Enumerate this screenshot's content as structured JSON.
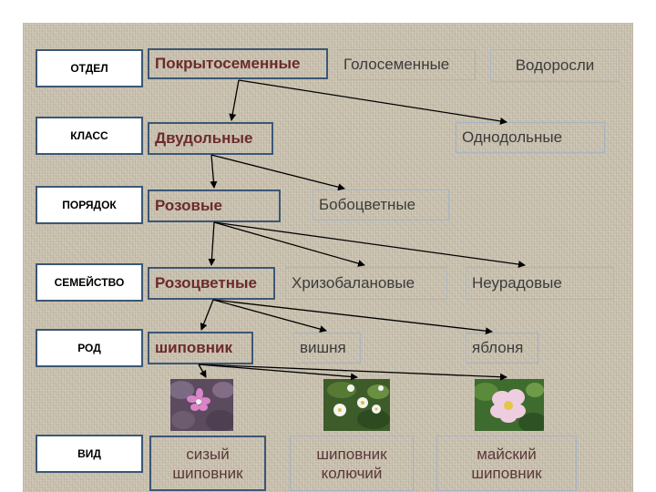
{
  "ranks": {
    "division": "ОТДЕЛ",
    "class": "КЛАСС",
    "order": "ПОРЯДОК",
    "family": "СЕМЕЙСТВО",
    "genus": "РОД",
    "species": "ВИД"
  },
  "division": {
    "selected": "Покрытосеменные",
    "others": [
      "Голосеменные",
      "Водоросли"
    ]
  },
  "class": {
    "selected": "Двудольные",
    "others": [
      "Однодольные"
    ]
  },
  "order": {
    "selected": "Розовые",
    "others": [
      "Бобоцветные"
    ]
  },
  "family": {
    "selected": "Розоцветные",
    "others": [
      "Хризобалановые",
      "Неурадовые"
    ]
  },
  "genus": {
    "selected": "шиповник",
    "others": [
      "вишня",
      "яблоня"
    ]
  },
  "species": [
    {
      "line1": "сизый",
      "line2": "шиповник"
    },
    {
      "line1": "шиповник",
      "line2": "колючий"
    },
    {
      "line1": "майский",
      "line2": "шиповник"
    }
  ],
  "colors": {
    "background": "#cbc3b1",
    "box_border": "#3b5775",
    "selected_text": "#6b2b2b",
    "arrow": "#000000"
  }
}
